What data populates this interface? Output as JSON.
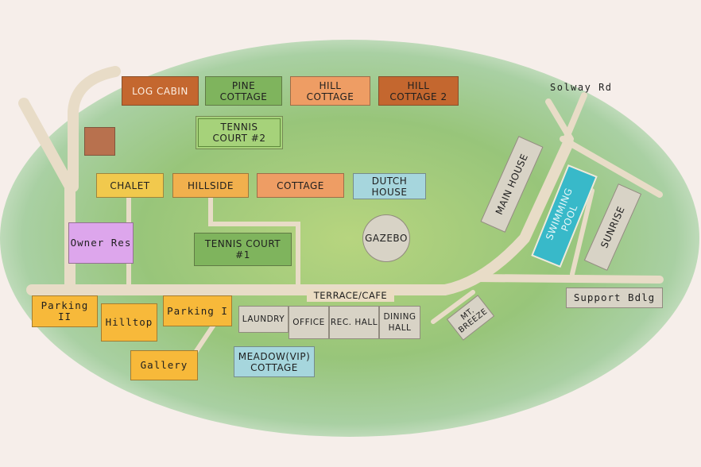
{
  "colors": {
    "lawn": "#9cc77e",
    "path": "#e9ddc8",
    "brown": "#c4672f",
    "green": "#7fb45d",
    "orange": "#ee9d64",
    "yellow": "#f1c94d",
    "blue": "#a6d6dd",
    "purple": "#dda6ec",
    "grey": "#d8d3c6",
    "gold": "#f7b93a",
    "pool": "#38b9c9"
  },
  "roads": {
    "solway": "Solway Rd",
    "terrace": "TERRACE/CAFE"
  },
  "buildings": {
    "log_cabin": "LOG CABIN",
    "pine_cottage": "PINE\nCOTTAGE",
    "hill_cottage": "HILL\nCOTTAGE",
    "hill_cottage_2": "HILL\nCOTTAGE 2",
    "tennis_court_2": "TENNIS\nCOURT #2",
    "chalet": "CHALET",
    "hillside": "HILLSIDE",
    "cottage": "COTTAGE",
    "dutch_house": "DUTCH\nHOUSE",
    "owner_res": "Owner Res",
    "tennis_court_1": "TENNIS COURT\n#1",
    "gazebo": "GAZEBO",
    "main_house": "MAIN HOUSE",
    "swimming_pool": "SWIMMING\nPOOL",
    "sunrise": "SUNRISE",
    "support_bdlg": "Support Bdlg",
    "parking_2": "Parking II",
    "hilltop": "Hilltop",
    "parking_1": "Parking I",
    "laundry": "LAUNDRY",
    "office": "OFFICE",
    "rec_hall": "REC. HALL",
    "dining_hall": "DINING\nHALL",
    "mt_breeze": "MT.\nBREEZE",
    "gallery": "Gallery",
    "meadow_cottage": "MEADOW(VIP)\nCOTTAGE"
  }
}
